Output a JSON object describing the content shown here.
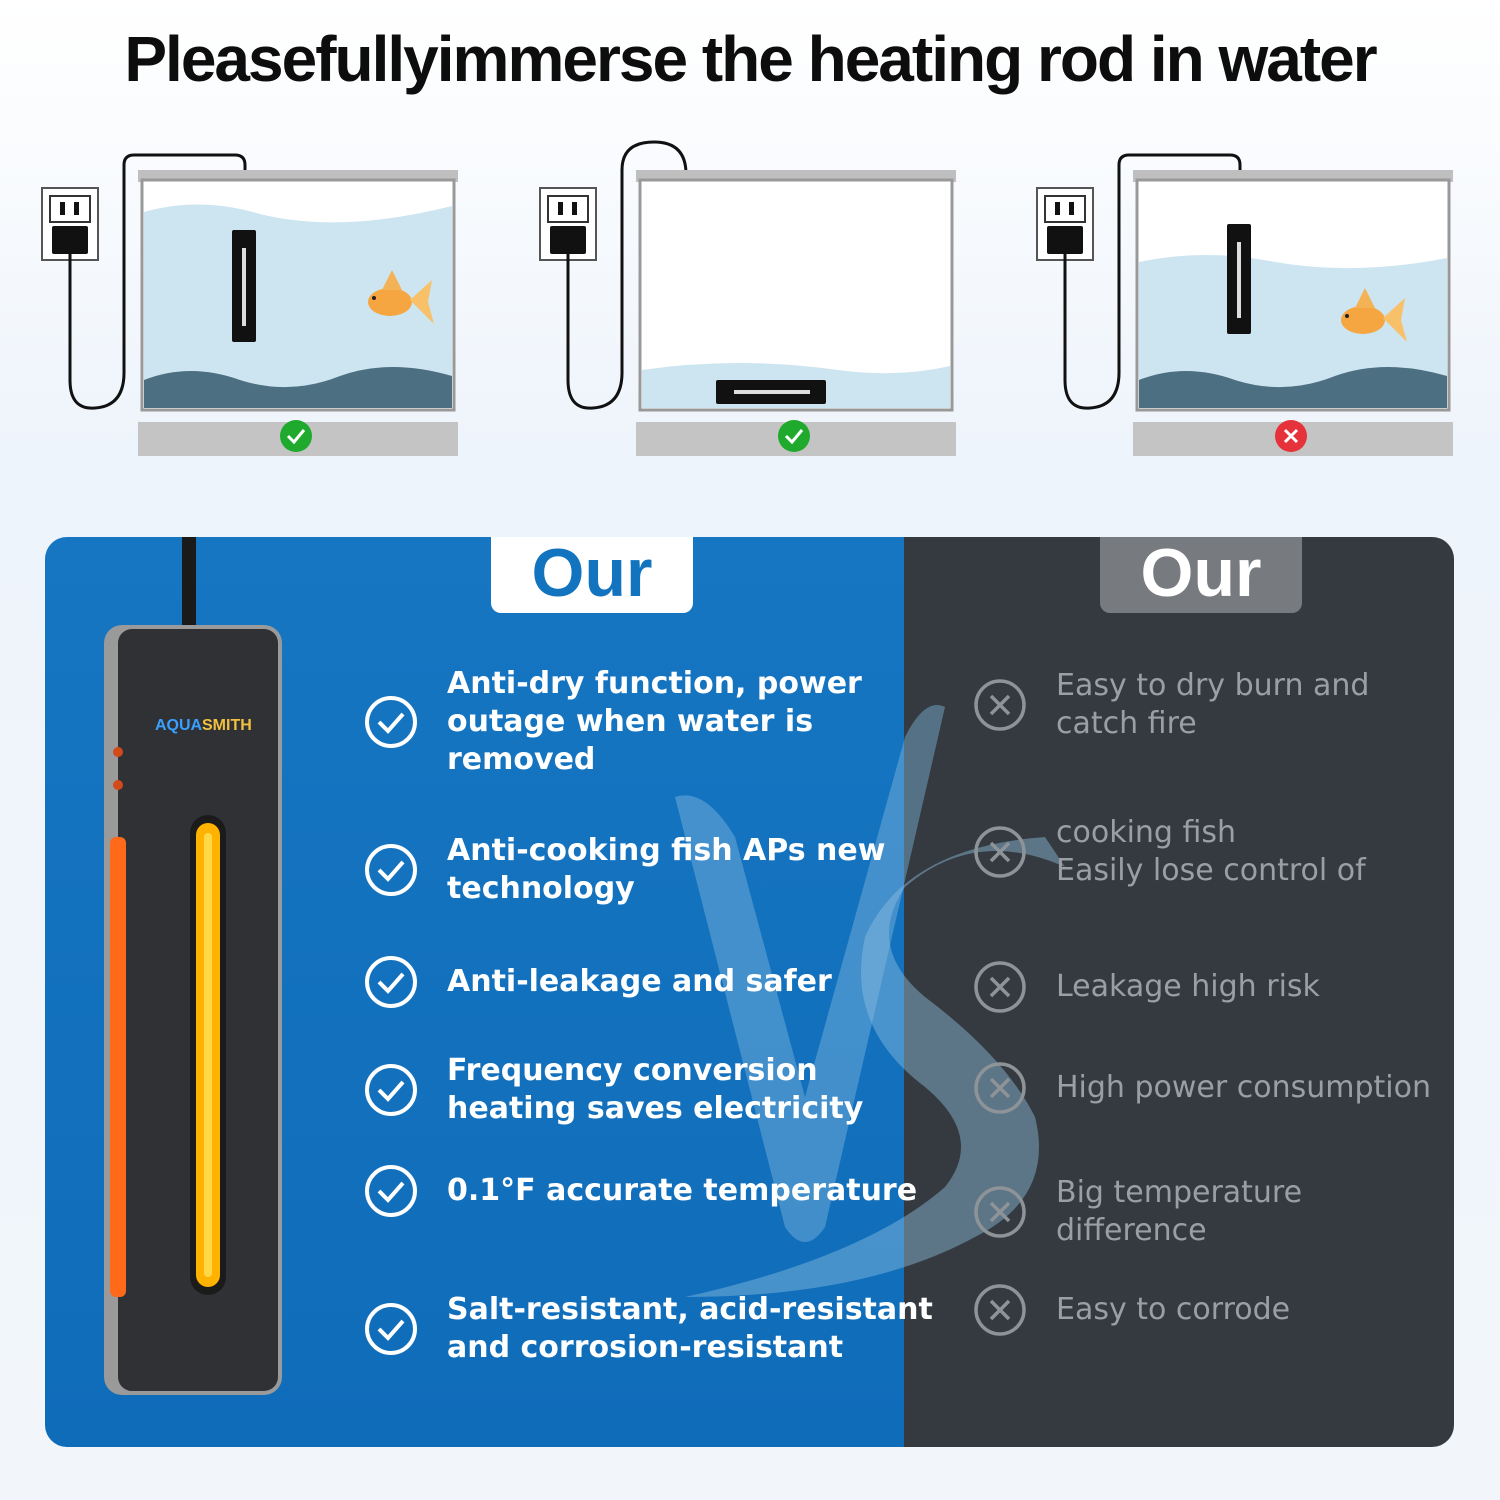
{
  "header": {
    "title": "Pleasefullyimmerse the heating rod in water"
  },
  "scenes": [
    {
      "status": "correct",
      "status_icon": "check-icon",
      "color": "#1faa2e"
    },
    {
      "status": "correct",
      "status_icon": "check-icon",
      "color": "#1faa2e"
    },
    {
      "status": "incorrect",
      "status_icon": "cross-icon",
      "color": "#e5323b"
    }
  ],
  "comparison": {
    "ours_label": "Our",
    "theirs_label": "Our",
    "brand": "AQUASMITH",
    "brand_accent": "AQUA",
    "brand_rest": "SMITH",
    "ours_features": [
      "Anti-dry function, power\noutage when water is\nremoved",
      "Anti-cooking fish APs new\ntechnology",
      "Anti-leakage and safer",
      "Frequency conversion\nheating saves electricity",
      "0.1°F accurate temperature",
      "Salt-resistant, acid-resistant\nand corrosion-resistant"
    ],
    "their_drawbacks": [
      "Easy to dry burn and\ncatch fire",
      "cooking fish\nEasily lose control of",
      "Leakage high risk",
      "High power consumption",
      "Big temperature\ndifference",
      "Easy to corrode"
    ],
    "colors": {
      "ours_bg": "#1273bf",
      "theirs_bg": "#343a3f",
      "heater_glow": "#ffb300"
    }
  }
}
